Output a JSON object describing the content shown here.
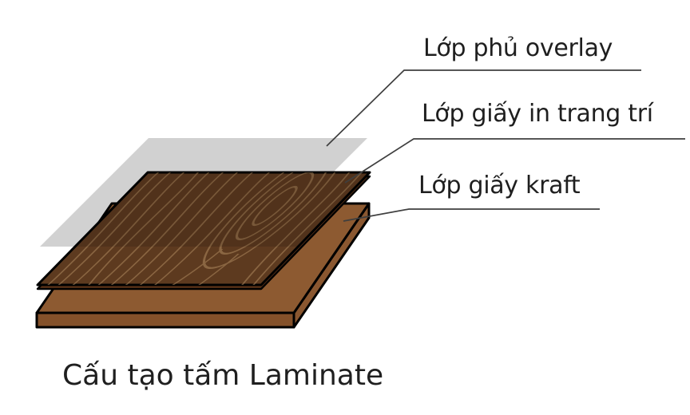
{
  "diagram": {
    "caption": "Cấu tạo tấm Laminate",
    "labels": {
      "overlay": "Lớp phủ overlay",
      "decor": "Lớp giấy in trang trí",
      "kraft": "Lớp giấy kraft"
    },
    "colors": {
      "background": "#ffffff",
      "overlay_sheet": "#d1d1d1",
      "decor_base": "#5d3a1f",
      "decor_edge": "#5e3419",
      "decor_grain": "#b08a60",
      "kraft_top": "#8d5a31",
      "kraft_front": "#84512a",
      "kraft_side": "#8a5730",
      "outline": "#000000",
      "leader_line": "#3f3f3f",
      "text": "#1f1f1f"
    }
  }
}
